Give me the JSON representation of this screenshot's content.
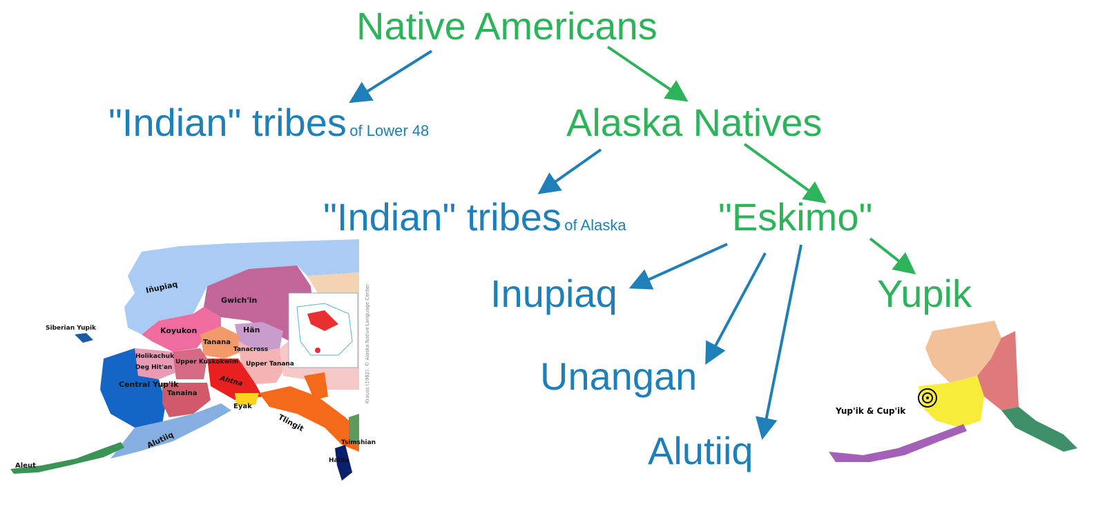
{
  "nodes": {
    "native_americans": "Native Americans",
    "indian_tribes_lower48": "\"Indian\" tribes",
    "indian_tribes_lower48_suffix": "of Lower 48",
    "alaska_natives": "Alaska Natives",
    "indian_tribes_alaska": "\"Indian\" tribes",
    "indian_tribes_alaska_suffix": "of Alaska",
    "eskimo": "\"Eskimo\"",
    "inupiaq": "Inupiaq",
    "yupik": "Yupik",
    "unangan": "Unangan",
    "alutiiq": "Alutiiq"
  },
  "colors": {
    "green": "#2db35a",
    "blue": "#1f7fb8"
  },
  "left_map": {
    "labels": {
      "inupiaq": "Iñupiaq",
      "gwichin": "Gwich'in",
      "koyukon": "Koyukon",
      "han": "Hän",
      "tanana": "Tanana",
      "tanacross": "Tanacross",
      "holikachuk": "Holikachuk",
      "deg_hitan": "Deg Hit'an",
      "upper_kuskokwim": "Upper Kuskokwim",
      "upper_tanana": "Upper Tanana",
      "central_yupik": "Central Yup'ik",
      "tanaina": "Tanaina",
      "ahtna": "Ahtna",
      "eyak": "Eyak",
      "tlingit": "Tlingit",
      "tsimshian": "Tsimshian",
      "haida": "Haida",
      "siberian_yupik": "Siberian Yupik",
      "aleut": "Aleut",
      "alutiiq": "Alutiiq"
    },
    "credit": "Krauss (1982). © Alaska Native Language Center"
  },
  "right_map": {
    "label": "Yup'ik & Cup'ik"
  }
}
